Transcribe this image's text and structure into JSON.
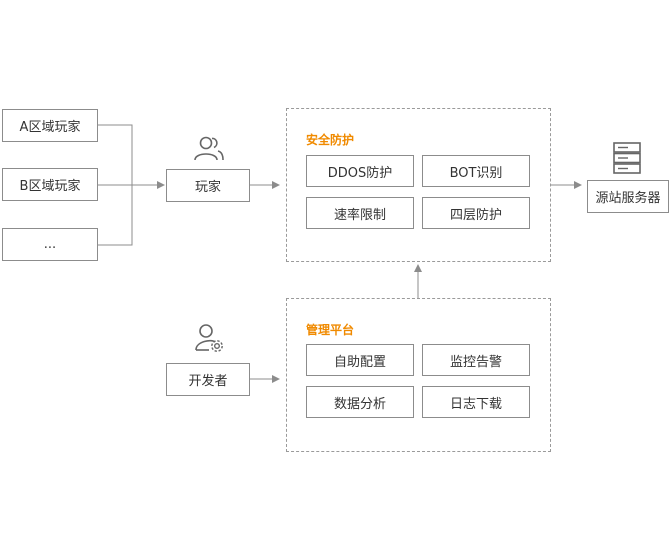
{
  "players": {
    "region_a": "A区域玩家",
    "region_b": "B区域玩家",
    "more": "..."
  },
  "player_node": "玩家",
  "developer_node": "开发者",
  "security": {
    "title": "安全防护",
    "items": [
      "DDOS防护",
      "BOT识别",
      "速率限制",
      "四层防护"
    ]
  },
  "management": {
    "title": "管理平台",
    "items": [
      "自助配置",
      "监控告警",
      "数据分析",
      "日志下载"
    ]
  },
  "origin_server": "源站服务器",
  "colors": {
    "accent": "#f08a00",
    "line": "#8c8c8c"
  }
}
